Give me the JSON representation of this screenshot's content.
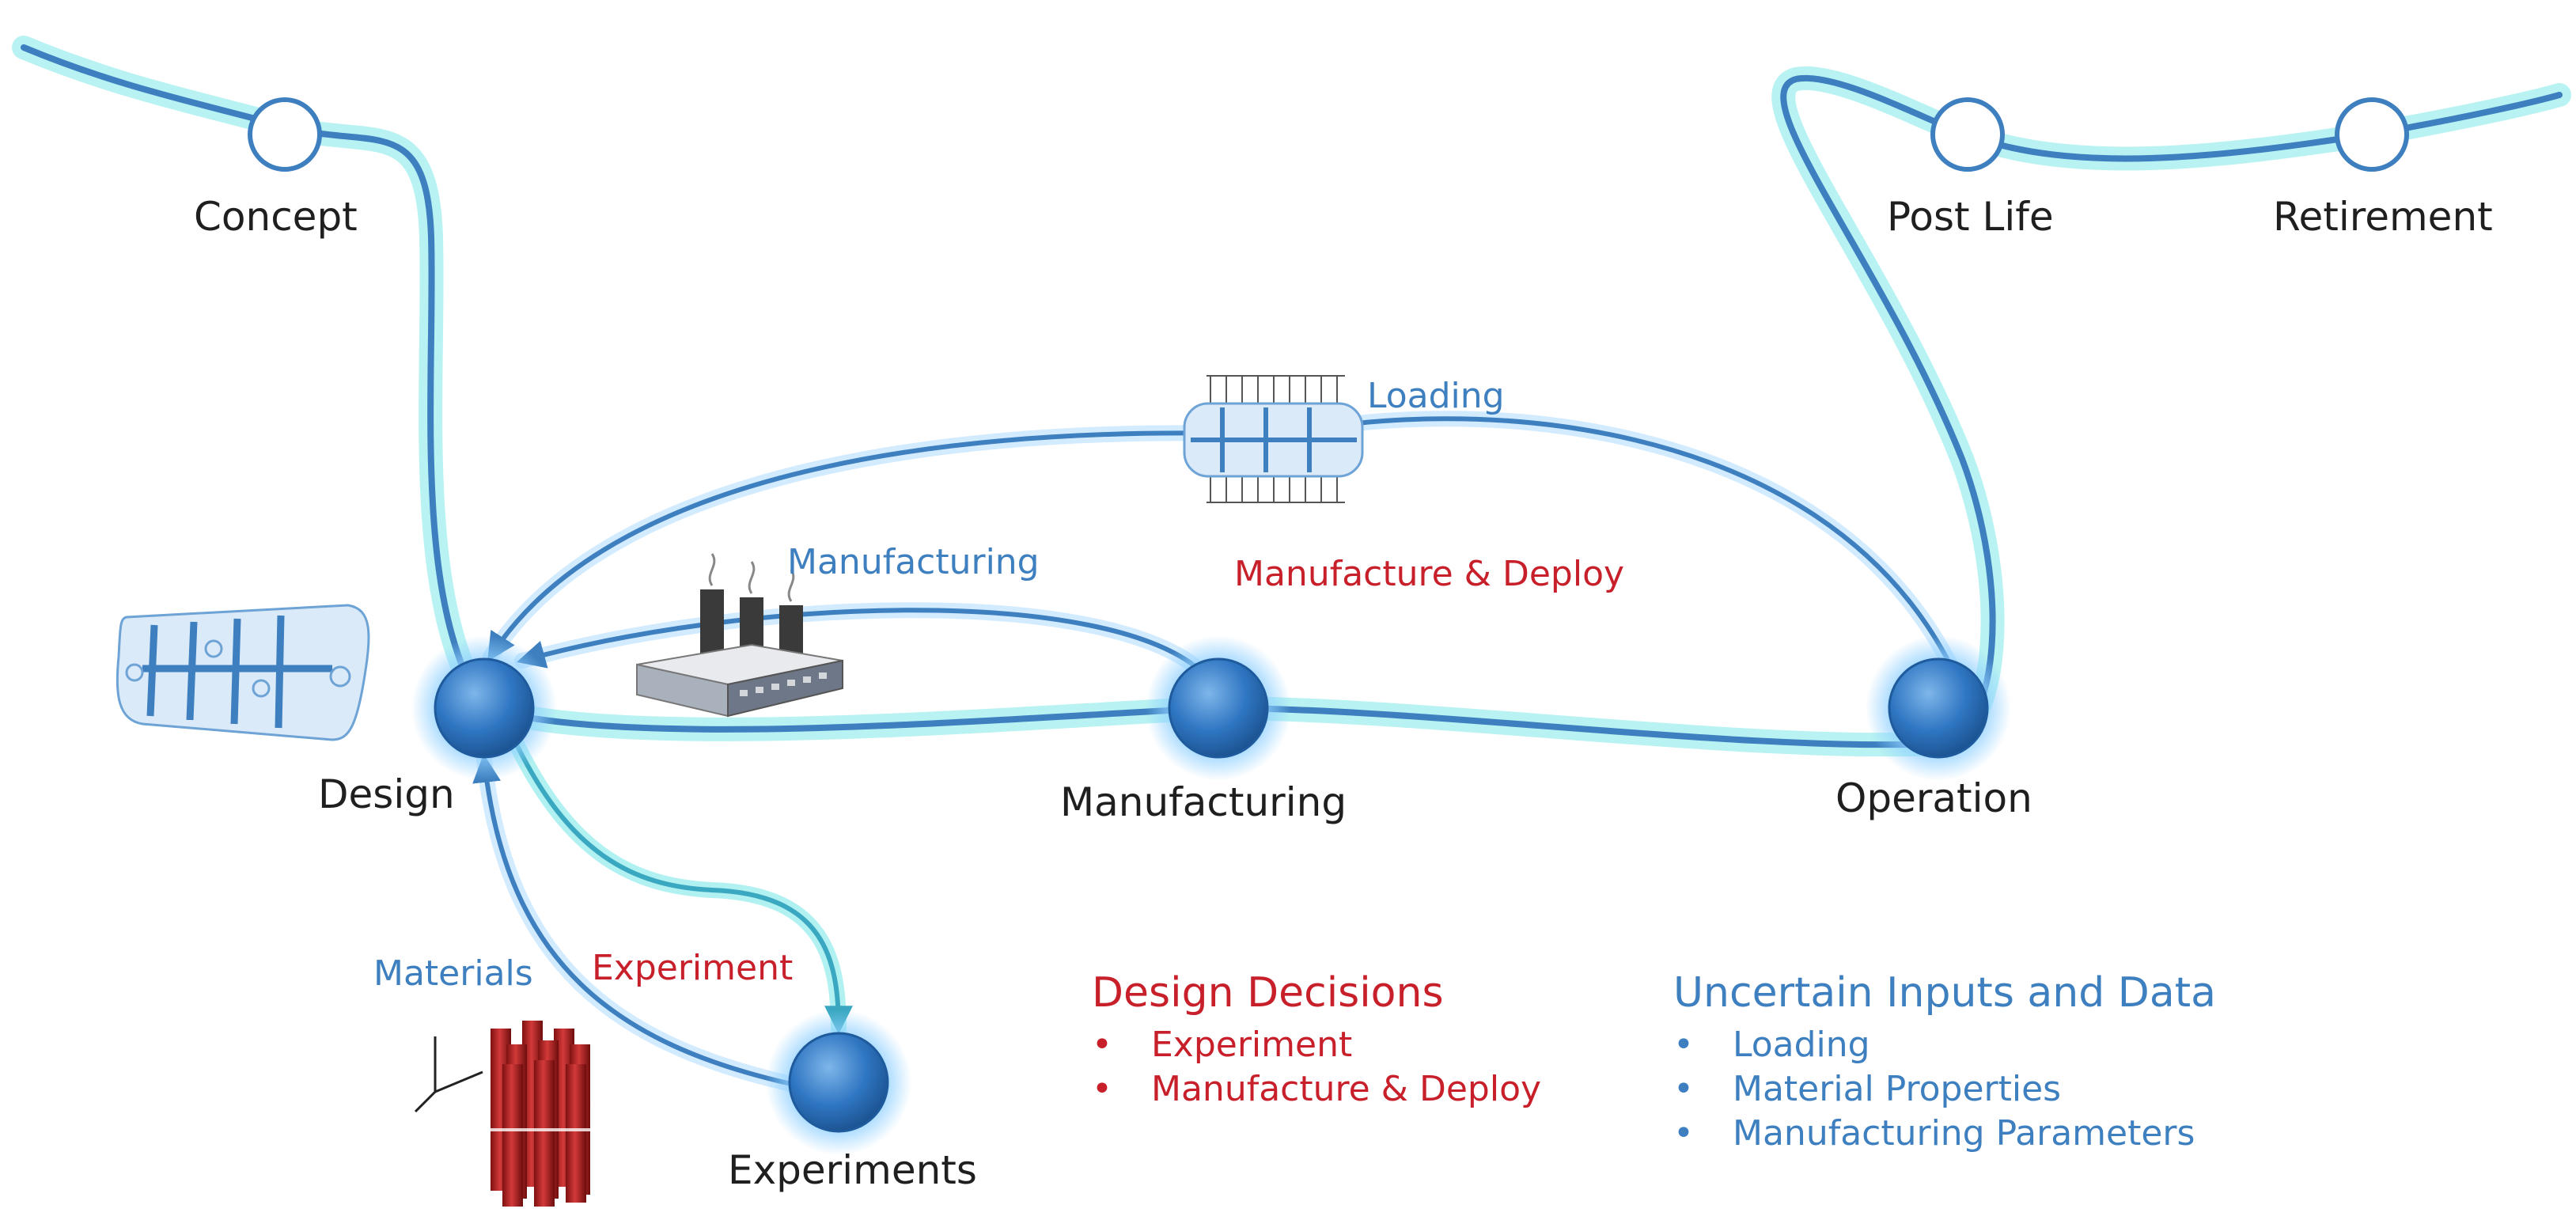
{
  "nodes": {
    "concept": "Concept",
    "post_life": "Post Life",
    "retirement": "Retirement",
    "design": "Design",
    "manufacturing": "Manufacturing",
    "operation": "Operation",
    "experiments": "Experiments"
  },
  "edge_labels": {
    "loading": "Loading",
    "manufacturing": "Manufacturing",
    "manufacture_deploy": "Manufacture & Deploy",
    "materials": "Materials",
    "experiment": "Experiment"
  },
  "legend_decisions": {
    "title": "Design Decisions",
    "items": [
      "Experiment",
      "Manufacture & Deploy"
    ]
  },
  "legend_uncertain": {
    "title": "Uncertain Inputs and Data",
    "items": [
      "Loading",
      "Material Properties",
      "Manufacturing Parameters"
    ]
  },
  "colors": {
    "path": "#3d7fbf",
    "glow": "#6ee6e6",
    "decision": "#c8202a",
    "uncertain": "#3d7fbf"
  }
}
